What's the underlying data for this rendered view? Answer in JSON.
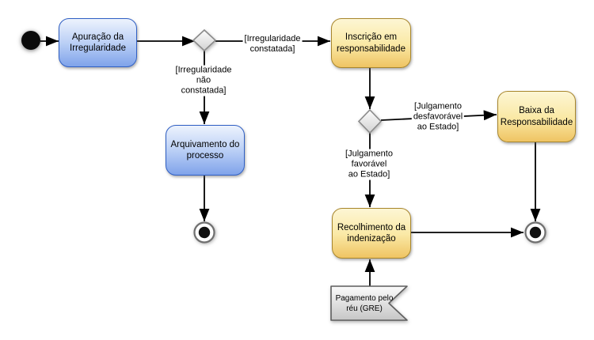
{
  "diagram": {
    "kind": "uml-activity-diagram",
    "nodes": {
      "apuracao": {
        "type": "activity",
        "label": "Apuração da\nIrregularidade"
      },
      "arquivamento": {
        "type": "activity",
        "label": "Arquivamento do\nprocesso"
      },
      "inscricao": {
        "type": "activity",
        "label": "Inscrição em\nresponsabilidade"
      },
      "baixa": {
        "type": "activity",
        "label": "Baixa da\nResponsabilidade"
      },
      "recolhimento": {
        "type": "activity",
        "label": "Recolhimento da\nindenização"
      },
      "pagamento": {
        "type": "signal-receipt",
        "label": "Pagamento pelo\nréu (GRE)"
      },
      "start": {
        "type": "initial-node"
      },
      "final_esquerda": {
        "type": "final-node"
      },
      "final_direita": {
        "type": "final-node"
      }
    },
    "edge_labels": {
      "constatada": "[Irregularidade\nconstatada]",
      "nao_constatada": "[Irregularidade\nnão\nconstatada]",
      "desfavoravel": "[Julgamento\ndesfavorável\nao Estado]",
      "favoravel": "[Julgamento\nfavorável\nao Estado]"
    },
    "colors": {
      "activity_blue_border": "#2f5fc4",
      "activity_blue_top": "#edf3fd",
      "activity_blue_bottom": "#7fa3ea",
      "activity_yellow_border": "#a8862c",
      "activity_yellow_top": "#fdf6d4",
      "activity_yellow_bottom": "#efc463",
      "signal_gray_top": "#fbfbfb",
      "signal_gray_bottom": "#c6c6c6",
      "edge": "#000000"
    }
  }
}
